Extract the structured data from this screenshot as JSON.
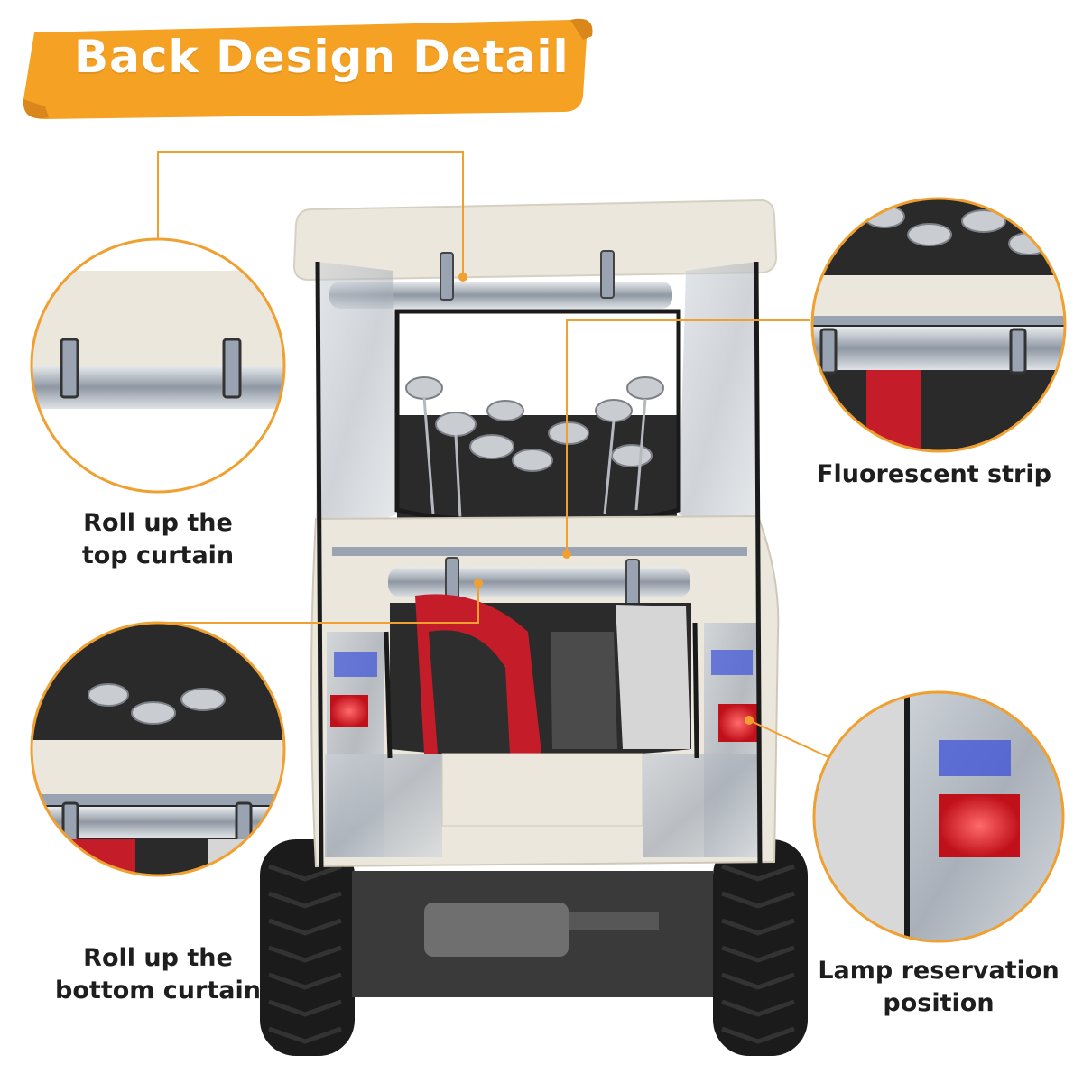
{
  "banner": {
    "title": "Back Design Detail",
    "color": "#f5a124",
    "shadow_color": "#d9861a"
  },
  "callouts": [
    {
      "id": "top-curtain",
      "lines": [
        "Roll up the",
        "top curtain"
      ]
    },
    {
      "id": "fluorescent-strip",
      "lines": [
        "Fluorescent strip"
      ]
    },
    {
      "id": "bottom-curtain",
      "lines": [
        "Roll up the",
        "bottom curtain"
      ]
    },
    {
      "id": "lamp-reservation",
      "lines": [
        "Lamp reservation",
        "position"
      ]
    }
  ],
  "colors": {
    "accent": "#f0a030",
    "canvas": "#ece7dc",
    "trim": "#1a1a1a",
    "clear_vinyl": "#b9bfc6",
    "reflective": "#9aa3b2",
    "bag_red": "#c51c2a",
    "tail_lamp": "#e8202a",
    "lamp_blue": "#3c52d8",
    "tire": "#1b1b1b"
  }
}
